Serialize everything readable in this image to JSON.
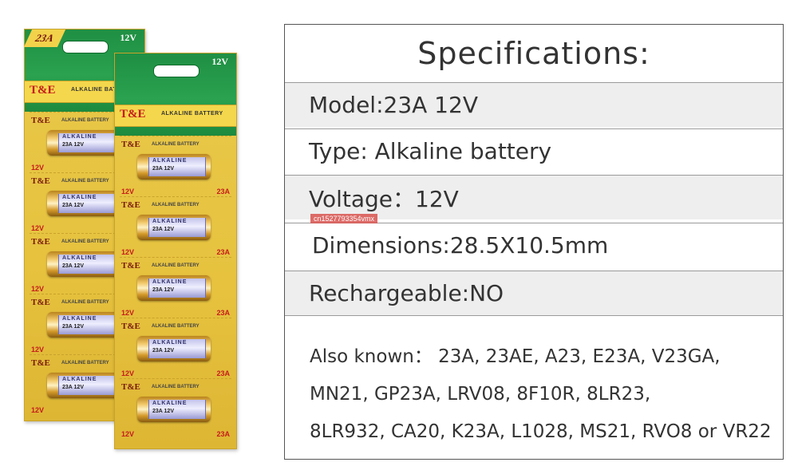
{
  "product_image": {
    "back_card": {
      "size_tag": "23A",
      "voltage_tag": "12V",
      "brand": "T&E",
      "brand_sub": "ALKALINE BATTERY"
    },
    "front_card": {
      "voltage_tag": "12V",
      "brand": "T&E",
      "brand_sub": "ALKALINE BATTERY"
    },
    "slot_brand": "T&E",
    "slot_label": "ALKALINE BATTERY",
    "cell_brand": "ALKALINE",
    "cell_model": "23A 12V",
    "slot_voltage": "12V",
    "slot_size": "23A"
  },
  "specs": {
    "title": "Specifications:",
    "model": "Model:23A 12V",
    "type": "Type: Alkaline battery",
    "voltage": "Voltage：12V",
    "dimensions": "Dimensions:28.5X10.5mm",
    "rechargeable": "Rechargeable:NO",
    "also_known_lines": [
      "Also known： 23A, 23AE, A23, E23A, V23GA,",
      "MN21, GP23A, LRV08, 8F10R, 8LR23,",
      "8LR932, CA20, K23A, L1028, MS21, RVO8 or VR22"
    ]
  },
  "watermark": "cn1527793354vmx",
  "colors": {
    "border": "#555555",
    "shaded_row": "#eeeeee",
    "text": "#333333",
    "card_green": "#2aa24f",
    "card_gold": "#e6c23e"
  }
}
